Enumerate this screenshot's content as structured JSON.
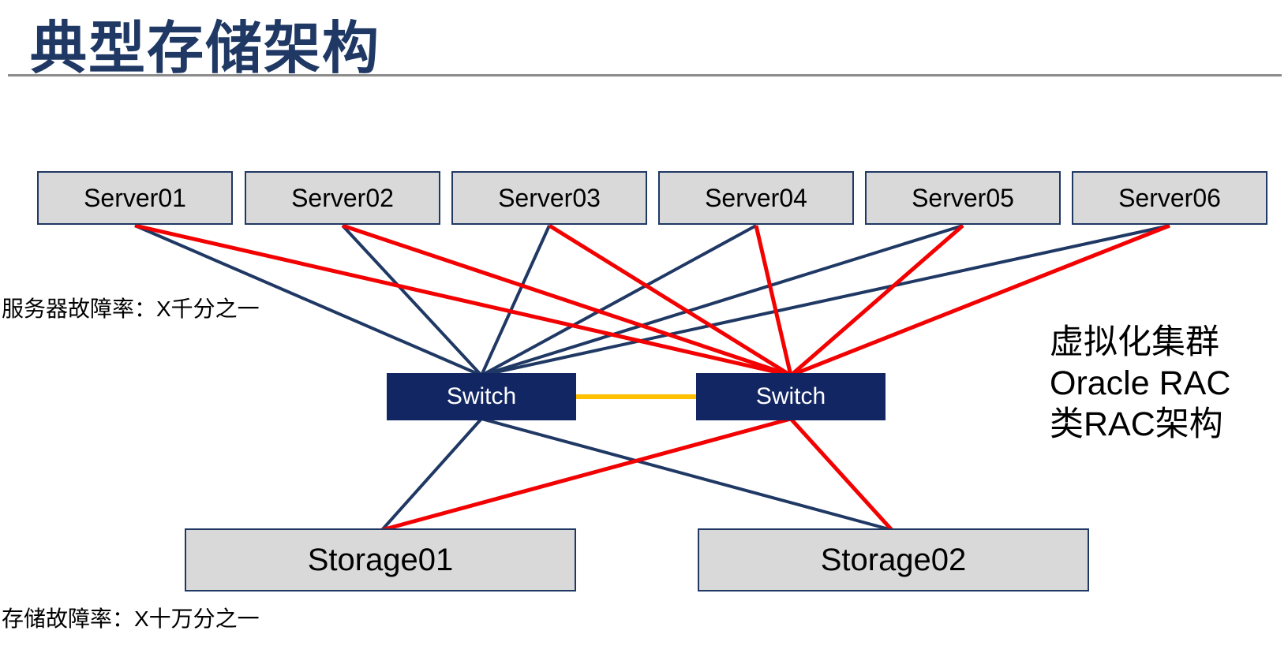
{
  "title": "典型存储架构",
  "colors": {
    "navy": "#1F3864",
    "red": "#F30000",
    "orange": "#FFC000",
    "node_fill": "#D9D9D9",
    "switch_fill": "#122663",
    "rule_gray": "#8C8C8C"
  },
  "servers": [
    {
      "id": "server01",
      "label": "Server01"
    },
    {
      "id": "server02",
      "label": "Server02"
    },
    {
      "id": "server03",
      "label": "Server03"
    },
    {
      "id": "server04",
      "label": "Server04"
    },
    {
      "id": "server05",
      "label": "Server05"
    },
    {
      "id": "server06",
      "label": "Server06"
    }
  ],
  "switches": [
    {
      "id": "switch1",
      "label": "Switch"
    },
    {
      "id": "switch2",
      "label": "Switch"
    }
  ],
  "storages": [
    {
      "id": "storage01",
      "label": "Storage01"
    },
    {
      "id": "storage02",
      "label": "Storage02"
    }
  ],
  "annotations": {
    "server_failure_rate": "服务器故障率：X千分之一",
    "storage_failure_rate": "存储故障率：X十万分之一",
    "right_note_line1": "虚拟化集群",
    "right_note_line2": "Oracle RAC",
    "right_note_line3": "类RAC架构"
  },
  "edges": [
    {
      "from": "server01",
      "to": "switch1_top",
      "color": "navy"
    },
    {
      "from": "server02",
      "to": "switch1_top",
      "color": "navy"
    },
    {
      "from": "server03",
      "to": "switch1_top",
      "color": "navy"
    },
    {
      "from": "server04",
      "to": "switch1_top",
      "color": "navy"
    },
    {
      "from": "server05",
      "to": "switch1_top",
      "color": "navy"
    },
    {
      "from": "server06",
      "to": "switch1_top",
      "color": "navy"
    },
    {
      "from": "server01",
      "to": "switch2_top",
      "color": "red"
    },
    {
      "from": "server02",
      "to": "switch2_top",
      "color": "red"
    },
    {
      "from": "server03",
      "to": "switch2_top",
      "color": "red"
    },
    {
      "from": "server04",
      "to": "switch2_top",
      "color": "red"
    },
    {
      "from": "server05",
      "to": "switch2_top",
      "color": "red"
    },
    {
      "from": "server06",
      "to": "switch2_top",
      "color": "red"
    },
    {
      "from": "switch1_bottom",
      "to": "storage01_top",
      "color": "navy"
    },
    {
      "from": "switch1_bottom",
      "to": "storage02_top",
      "color": "navy"
    },
    {
      "from": "switch2_bottom",
      "to": "storage01_top",
      "color": "red"
    },
    {
      "from": "switch2_bottom",
      "to": "storage02_top",
      "color": "red"
    },
    {
      "from": "switch1_right",
      "to": "switch2_left",
      "color": "orange"
    }
  ]
}
